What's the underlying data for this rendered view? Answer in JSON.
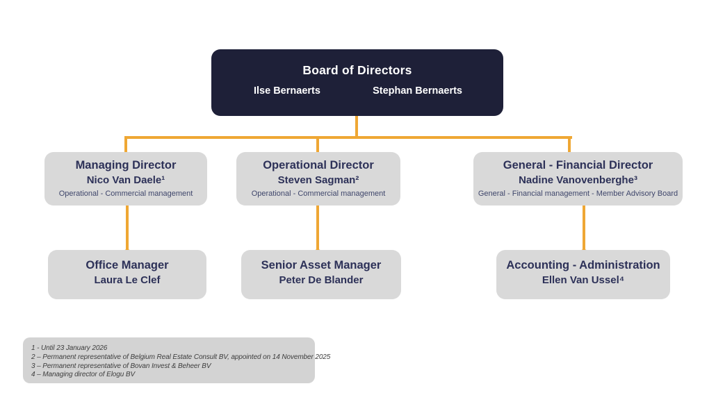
{
  "colors": {
    "board_navy": "#1e2038",
    "connector_orange": "#efa734",
    "card_gray": "#d9d9d9",
    "footnote_gray": "#d3d3d3",
    "heading_navy": "#2d3158",
    "subtitle_navy": "#3f466b"
  },
  "board": {
    "title": "Board of Directors",
    "members": [
      "Ilse Bernaerts",
      "Stephan Bernaerts"
    ]
  },
  "directors": [
    {
      "title": "Managing Director",
      "name": "Nico Van Daele¹",
      "subtitle": "Operational - Commercial management"
    },
    {
      "title": "Operational Director",
      "name": "Steven Sagman²",
      "subtitle": "Operational - Commercial management"
    },
    {
      "title": "General - Financial Director",
      "name": "Nadine Vanovenberghe³",
      "subtitle": "General - Financial management - Member Advisory Board"
    }
  ],
  "reports": [
    {
      "title": "Office Manager",
      "name": "Laura Le Clef"
    },
    {
      "title": "Senior Asset Manager",
      "name": "Peter De Blander"
    },
    {
      "title": "Accounting - Administration",
      "name": "Ellen Van Ussel⁴"
    }
  ],
  "footnotes": [
    "1 - Until 23 January 2026",
    "2 – Permanent representative of Belgium Real Estate Consult BV, appointed on 14 November 2025",
    "3 – Permanent representative of Bovan Invest & Beheer BV",
    "4 – Managing director of Elogu BV"
  ]
}
